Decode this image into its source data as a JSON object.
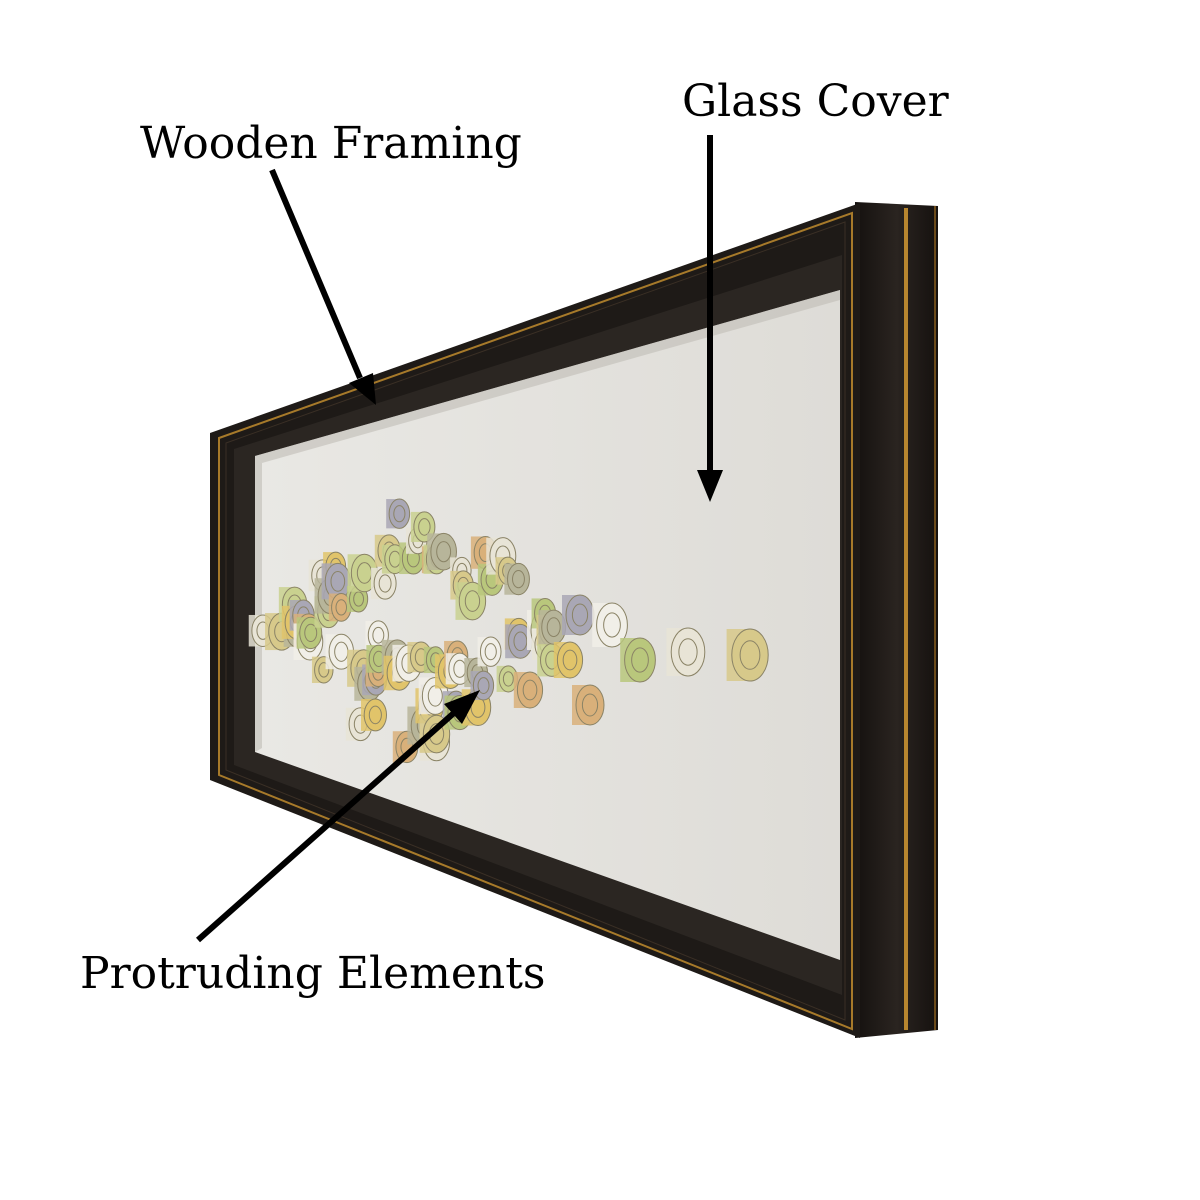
{
  "callouts": {
    "wooden_framing": "Wooden Framing",
    "glass_cover": "Glass Cover",
    "protruding_elements": "Protruding Elements"
  },
  "colors": {
    "frame": "#1e1a17",
    "frame_gold": "#b8862f",
    "backboard": "#e6e4df",
    "arrow": "#000000"
  },
  "icons": {
    "arrow": "arrow-icon"
  }
}
